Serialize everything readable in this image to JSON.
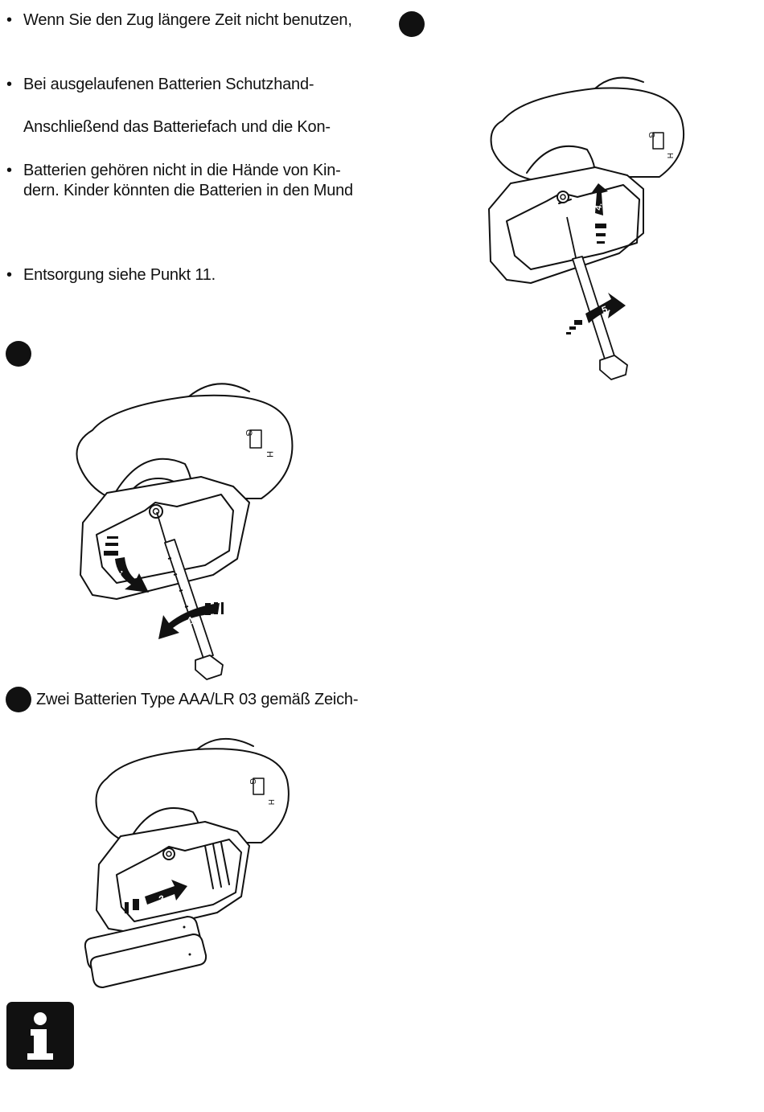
{
  "bullets": [
    "Wenn Sie den Zug längere Zeit nicht benutzen,",
    "Bei ausgelaufenen Batterien Schutzhand-",
    "Anschließend das Batteriefach und die Kon-",
    "Batterien gehören nicht in die Hände von Kin-",
    "dern. Kinder könnten die Batterien in den Mund",
    "Entsorgung siehe Punkt 11."
  ],
  "bullet_symbol": "•",
  "step_text": "Zwei Batterien Type AAA/LR 03 gemäß Zeich-",
  "figures": {
    "fig1": {
      "switch_g": "G",
      "switch_h": "H",
      "arrow_1": "1.",
      "arrow_2": "2."
    },
    "fig2": {
      "switch_g": "G",
      "switch_h": "H",
      "arrow_3": "3."
    },
    "fig3": {
      "switch_g": "G",
      "switch_h": "H",
      "arrow_4": "4.",
      "arrow_5": "5."
    }
  },
  "colors": {
    "ink": "#111111",
    "paper": "#ffffff"
  },
  "icons": [
    "step-marker-icon",
    "info-icon"
  ]
}
